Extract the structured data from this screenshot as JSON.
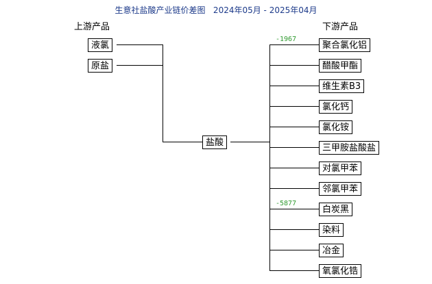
{
  "title": "生意社盐酸产业链价差图   2024年05月 - 2025年04月",
  "upstream_heading": "上游产品",
  "downstream_heading": "下游产品",
  "upstream": [
    "液氯",
    "原盐"
  ],
  "center": "盐酸",
  "downstream": [
    {
      "label": "聚合氯化铝",
      "value": "-1967"
    },
    {
      "label": "醋酸甲酯",
      "value": ""
    },
    {
      "label": "维生素B3",
      "value": ""
    },
    {
      "label": "氯化钙",
      "value": ""
    },
    {
      "label": "氯化铵",
      "value": ""
    },
    {
      "label": "三甲胺盐酸盐",
      "value": ""
    },
    {
      "label": "对氯甲苯",
      "value": ""
    },
    {
      "label": "邻氯甲苯",
      "value": ""
    },
    {
      "label": "白炭黑",
      "value": "-5877"
    },
    {
      "label": "染料",
      "value": ""
    },
    {
      "label": "冶金",
      "value": ""
    },
    {
      "label": "氧氯化锆",
      "value": ""
    }
  ]
}
